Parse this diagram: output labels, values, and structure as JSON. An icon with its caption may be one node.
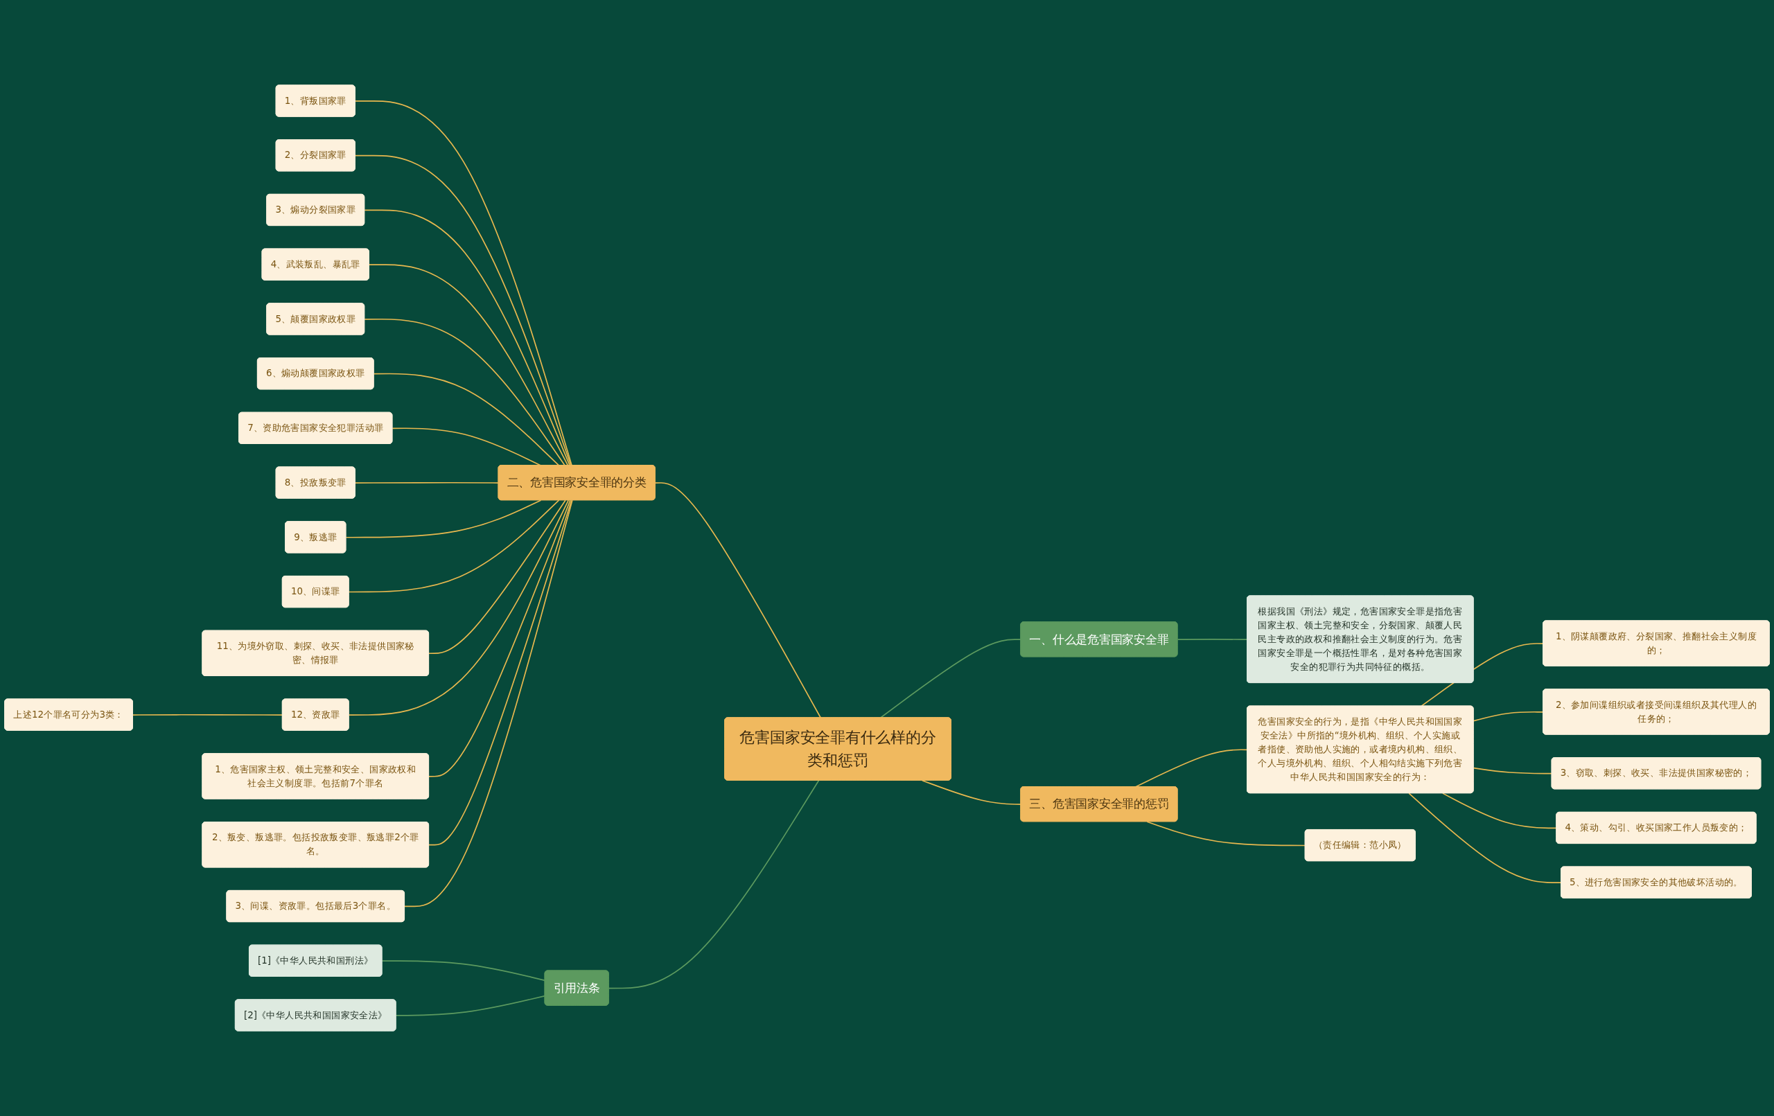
{
  "diagram": {
    "nodes": [
      {
        "text": [
          "危害国家安全罪有什么样的分类和惩罚"
        ]
      },
      {
        "text": [
          "一、什么是危害国家安全罪"
        ]
      },
      {
        "text": [
          "根据我国《刑法》规定，危害国家安全罪是指危害国家主权、领土完整和安全，分裂国家、颠覆人民民主专政的政权和推翻社会主义制度的行为。危害国家安全罪是一个概括性罪名，是对各种危害国家安全的犯罪行为共同特征的概括。"
        ]
      },
      {
        "text": [
          "三、危害国家安全罪的惩罚"
        ]
      },
      {
        "text": [
          "危害国家安全的行为，是指《中华人民共和国国家安全法》中所指的“境外机构、组织、个人实施或者指使、资助他人实施的，或者境内机构、组织、个人与境外机构、组织、个人相勾结实施下列危害中华人民共和国国家安全的行为："
        ]
      },
      {
        "text": [
          "1、阴谋颠覆政府、分裂国家、推翻社会主义制度的；"
        ]
      },
      {
        "text": [
          "2、参加间谍组织或者接受间谍组织及其代理人的任务的；"
        ]
      },
      {
        "text": [
          "3、窃取、刺探、收买、非法提供国家秘密的；"
        ]
      },
      {
        "text": [
          "4、策动、勾引、收买国家工作人员叛变的；"
        ]
      },
      {
        "text": [
          "5、进行危害国家安全的其他破坏活动的。"
        ]
      },
      {
        "text": [
          "（责任编辑：范小凤）"
        ]
      },
      {
        "text": [
          "二、危害国家安全罪的分类"
        ]
      },
      {
        "text": [
          "1、背叛国家罪"
        ]
      },
      {
        "text": [
          "2、分裂国家罪"
        ]
      },
      {
        "text": [
          "3、煽动分裂国家罪"
        ]
      },
      {
        "text": [
          "4、武装叛乱、暴乱罪"
        ]
      },
      {
        "text": [
          "5、颠覆国家政权罪"
        ]
      },
      {
        "text": [
          "6、煽动颠覆国家政权罪"
        ]
      },
      {
        "text": [
          "7、资助危害国家安全犯罪活动罪"
        ]
      },
      {
        "text": [
          "8、投敌叛变罪"
        ]
      },
      {
        "text": [
          "9、叛逃罪"
        ]
      },
      {
        "text": [
          "10、间谍罪"
        ]
      },
      {
        "text": [
          "11、为境外窃取、刺探、收买、非法提供国家秘密、情报罪"
        ]
      },
      {
        "text": [
          "12、资敌罪"
        ]
      },
      {
        "text": [
          "上述12个罪名可分为3类："
        ]
      },
      {
        "text": [
          "1、危害国家主权、领土完整和安全、国家政权和社会主义制度罪。包括前7个罪名"
        ]
      },
      {
        "text": [
          "2、叛变、叛逃罪。包括投敌叛变罪、叛逃罪2个罪名。"
        ]
      },
      {
        "text": [
          "3、间谍、资敌罪。包括最后3个罪名。"
        ]
      },
      {
        "text": [
          "引用法条"
        ]
      },
      {
        "text": [
          "[1]《中华人民共和国刑法》"
        ]
      },
      {
        "text": [
          "[2]《中华人民共和国国家安全法》"
        ]
      }
    ],
    "edges": [
      {
        "from": 0,
        "to": 1,
        "arrow": "none",
        "color": "#5c9a5f"
      },
      {
        "from": 1,
        "to": 2,
        "arrow": "none",
        "color": "#5c9a5f"
      },
      {
        "from": 0,
        "to": 3,
        "arrow": "none"
      },
      {
        "from": 3,
        "to": 4,
        "arrow": "none"
      },
      {
        "from": 4,
        "to": 5,
        "arrow": "none"
      },
      {
        "from": 4,
        "to": 6,
        "arrow": "none"
      },
      {
        "from": 4,
        "to": 7,
        "arrow": "none"
      },
      {
        "from": 4,
        "to": 8,
        "arrow": "none"
      },
      {
        "from": 4,
        "to": 9,
        "arrow": "none"
      },
      {
        "from": 3,
        "to": 10,
        "arrow": "none"
      },
      {
        "from": 0,
        "to": 11,
        "arrow": "none"
      },
      {
        "from": 11,
        "to": 12,
        "arrow": "none"
      },
      {
        "from": 11,
        "to": 13,
        "arrow": "none"
      },
      {
        "from": 11,
        "to": 14,
        "arrow": "none"
      },
      {
        "from": 11,
        "to": 15,
        "arrow": "none"
      },
      {
        "from": 11,
        "to": 16,
        "arrow": "none"
      },
      {
        "from": 11,
        "to": 17,
        "arrow": "none"
      },
      {
        "from": 11,
        "to": 18,
        "arrow": "none"
      },
      {
        "from": 11,
        "to": 19,
        "arrow": "none"
      },
      {
        "from": 11,
        "to": 20,
        "arrow": "none"
      },
      {
        "from": 11,
        "to": 21,
        "arrow": "none"
      },
      {
        "from": 11,
        "to": 22,
        "arrow": "none"
      },
      {
        "from": 11,
        "to": 23,
        "arrow": "none"
      },
      {
        "from": 23,
        "to": 24,
        "arrow": "none"
      },
      {
        "from": 11,
        "to": 25,
        "arrow": "none"
      },
      {
        "from": 11,
        "to": 26,
        "arrow": "none"
      },
      {
        "from": 11,
        "to": 27,
        "arrow": "none"
      },
      {
        "from": 0,
        "to": 28,
        "arrow": "none",
        "color": "#5c9a5f"
      },
      {
        "from": 28,
        "to": 29,
        "arrow": "none",
        "color": "#5c9a5f"
      },
      {
        "from": 28,
        "to": 30,
        "arrow": "none",
        "color": "#5c9a5f"
      }
    ]
  }
}
